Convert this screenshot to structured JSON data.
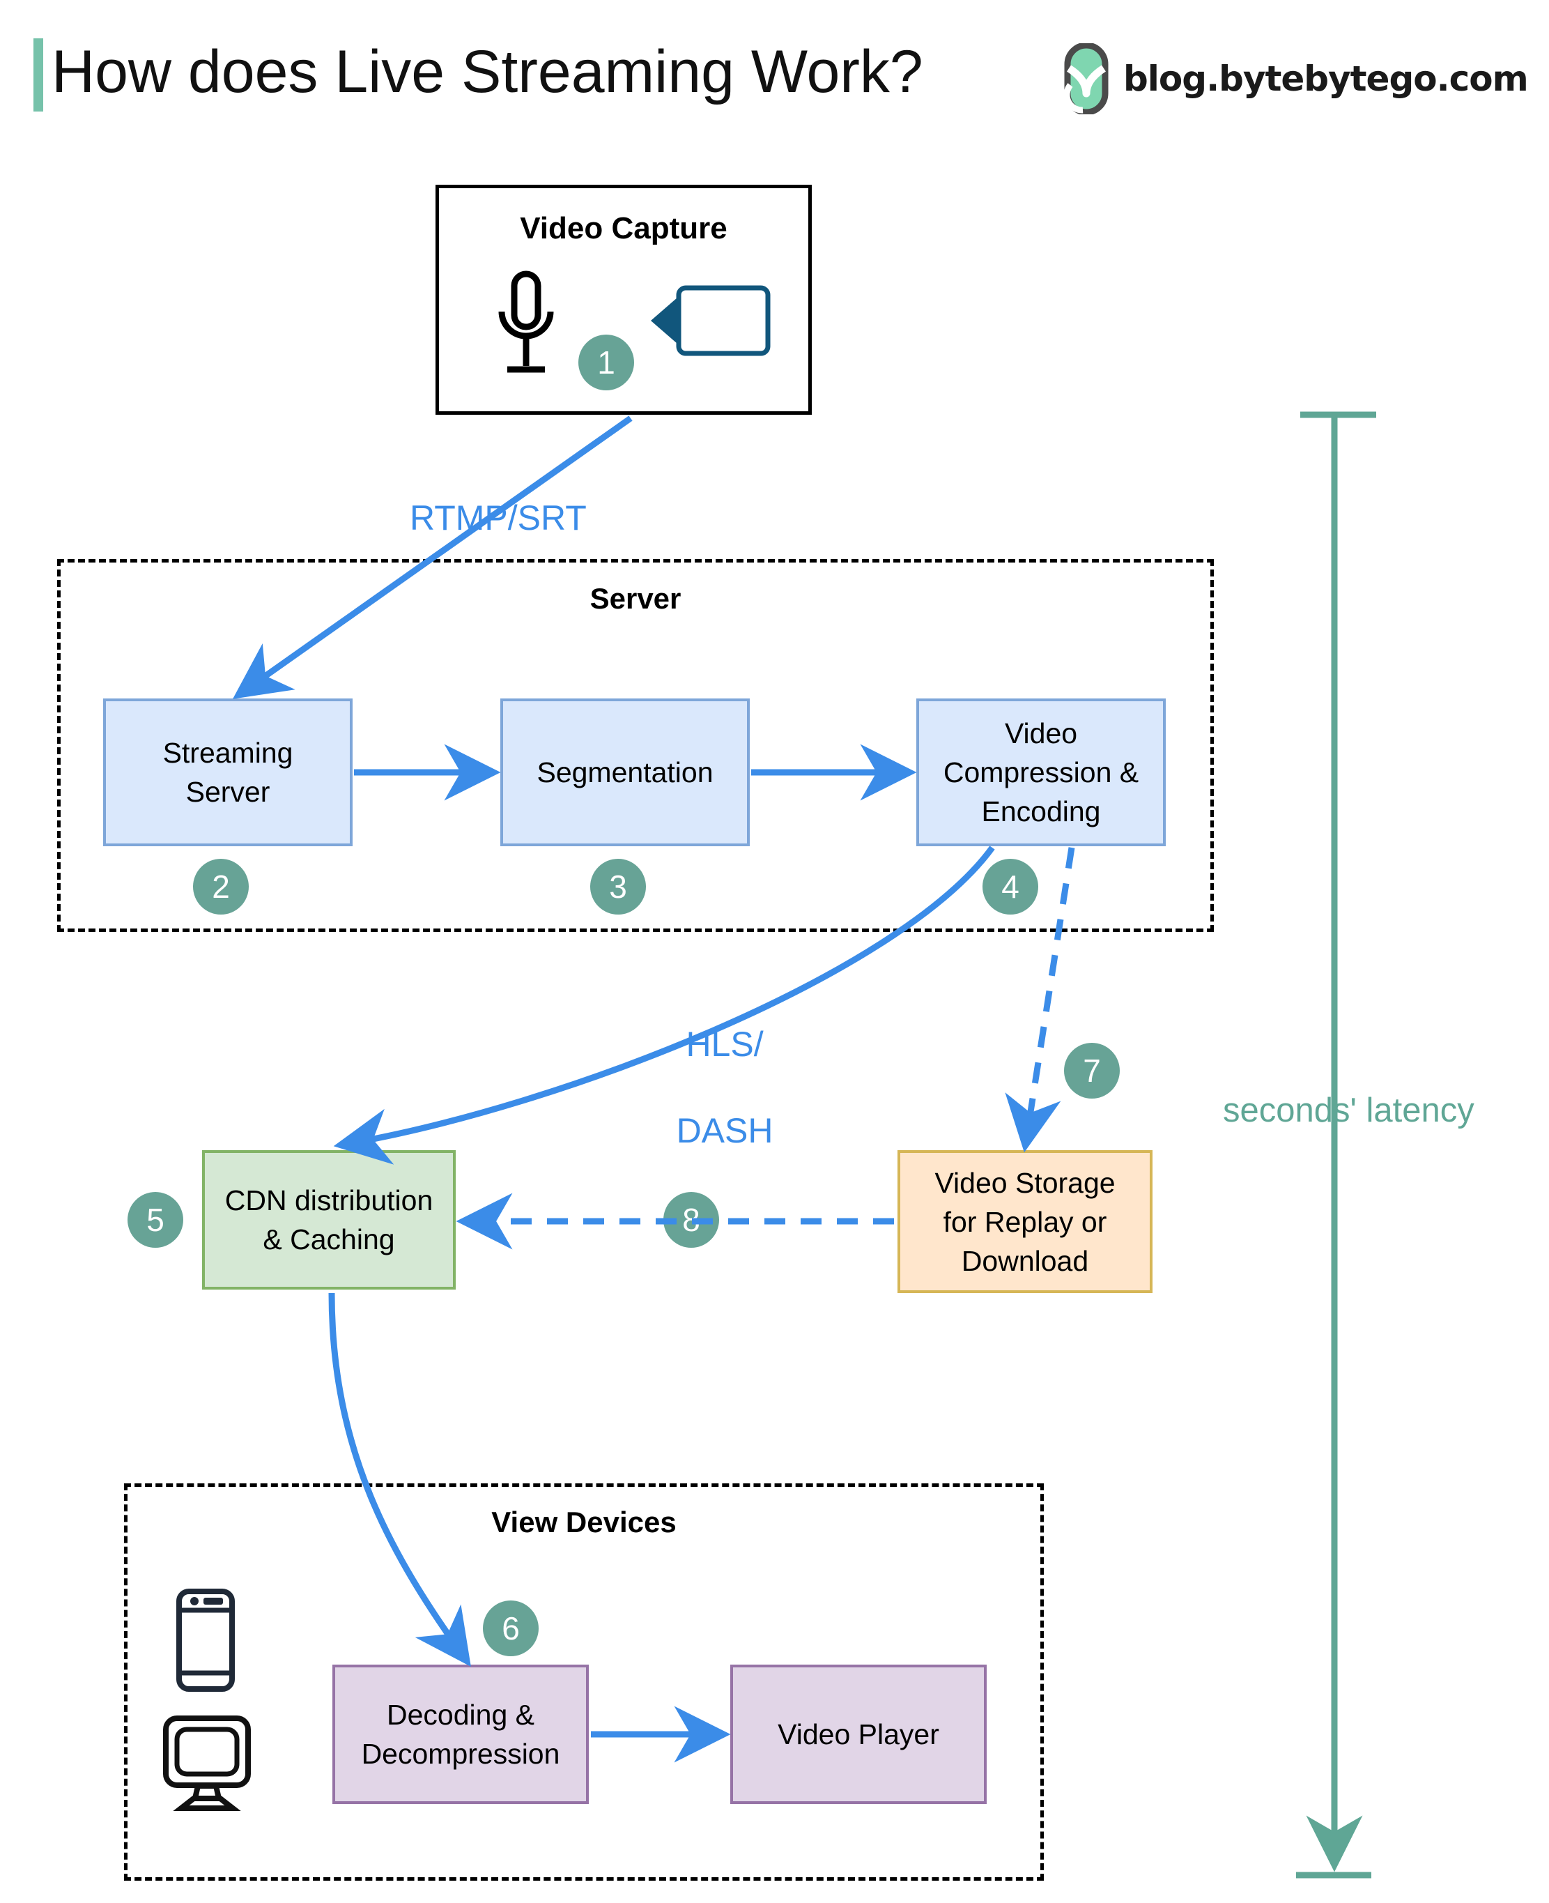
{
  "header": {
    "title": "How does Live Streaming Work?",
    "brand_text": "blog.bytebytego.com",
    "accent_color": "#76c2aa",
    "logo_icon": "bytebytego-owl-logo"
  },
  "colors": {
    "badge": "#67a396",
    "arrow_blue": "#3b8ce8",
    "blue_fill": "#dae8fc",
    "blue_stroke": "#7ea6d9",
    "green_fill": "#d5e8d4",
    "green_stroke": "#82b366",
    "orange_fill": "#ffe6cc",
    "orange_stroke": "#d6b656",
    "purple_fill": "#e1d5e7",
    "purple_stroke": "#9673a6",
    "latency_teal": "#5fa695",
    "group_border": "#000000"
  },
  "capture_group": {
    "title": "Video Capture",
    "icons": [
      "microphone-icon",
      "video-camera-icon"
    ]
  },
  "server_group": {
    "title": "Server",
    "nodes": [
      {
        "label": "Streaming\nServer",
        "step": "2"
      },
      {
        "label": "Segmentation",
        "step": "3"
      },
      {
        "label": "Video\nCompression &\nEncoding",
        "step": "4"
      }
    ]
  },
  "cdn_node": {
    "label": "CDN distribution\n& Caching",
    "step": "5"
  },
  "storage_node": {
    "label": "Video Storage\nfor Replay or\nDownload",
    "step": "7"
  },
  "view_group": {
    "title": "View Devices",
    "icons": [
      "mobile-phone-icon",
      "desktop-monitor-icon"
    ],
    "nodes": [
      {
        "label": "Decoding &\nDecompression",
        "step": "6"
      },
      {
        "label": "Video Player",
        "step": ""
      }
    ]
  },
  "edges": {
    "capture_to_server": {
      "label": "RTMP/SRT",
      "step": "1",
      "style": "solid"
    },
    "encoding_to_cdn": {
      "label_line1": "HLS/",
      "label_line2": "DASH",
      "style": "solid"
    },
    "storage_to_cdn": {
      "step": "8",
      "style": "dashed"
    },
    "encoding_to_storage": {
      "style": "dashed"
    }
  },
  "latency": {
    "label": "seconds' latency"
  }
}
